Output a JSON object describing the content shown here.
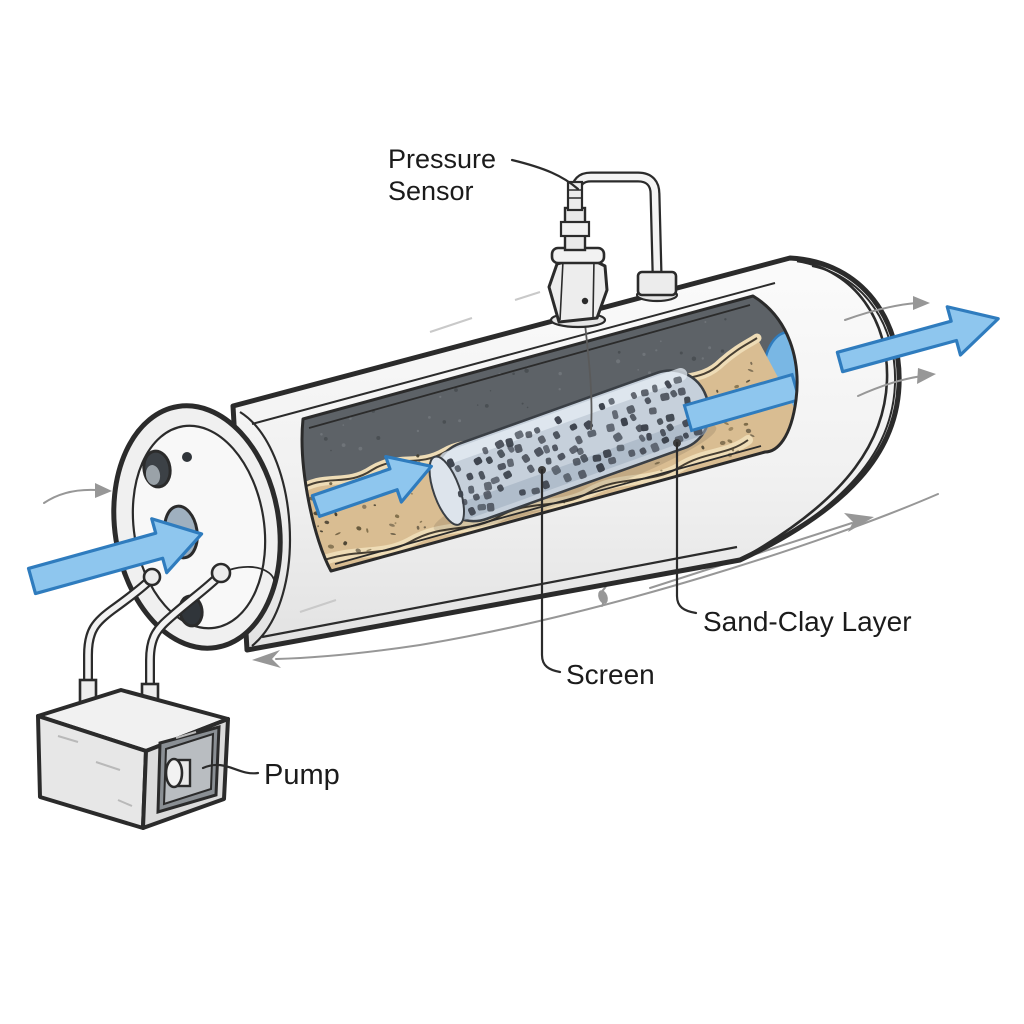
{
  "figure": {
    "type": "technical-illustration",
    "subject": "Cutaway cylindrical flow cell with sand-clay packing, central screen, pump and pressure sensor"
  },
  "palette": {
    "paper": "#ffffff",
    "ink": "#2b2b2b",
    "label": "#1b1b1b",
    "arrow_blue": "#8ec6ee",
    "arrow_blue_deep": "#79b7e4",
    "arrow_blue_stroke": "#2f7cbe",
    "interior_dark": "#5d6267",
    "sand": "#d9bd92",
    "sand_light": "#eedcb6",
    "sand_edge": "#473f33",
    "screen_body": "#c6d0db",
    "screen_hole": "#3d434d",
    "metal_white": "#f3f3f3",
    "metal_shade": "#dedede",
    "panel_dark": "#8a8f94",
    "panel_mid": "#b9bdc1",
    "gray_arrow": "#979797"
  },
  "labels": {
    "pressure_sensor": [
      "Pressure",
      "Sensor"
    ],
    "sand_clay": "Sand-Clay Layer",
    "screen": "Screen",
    "pump": "Pump"
  },
  "icons": {
    "inlet": "flow-arrow",
    "internal": "flow-arrow",
    "outlet": "flow-arrow",
    "ambient": "thin-curved-flow-arrows"
  }
}
